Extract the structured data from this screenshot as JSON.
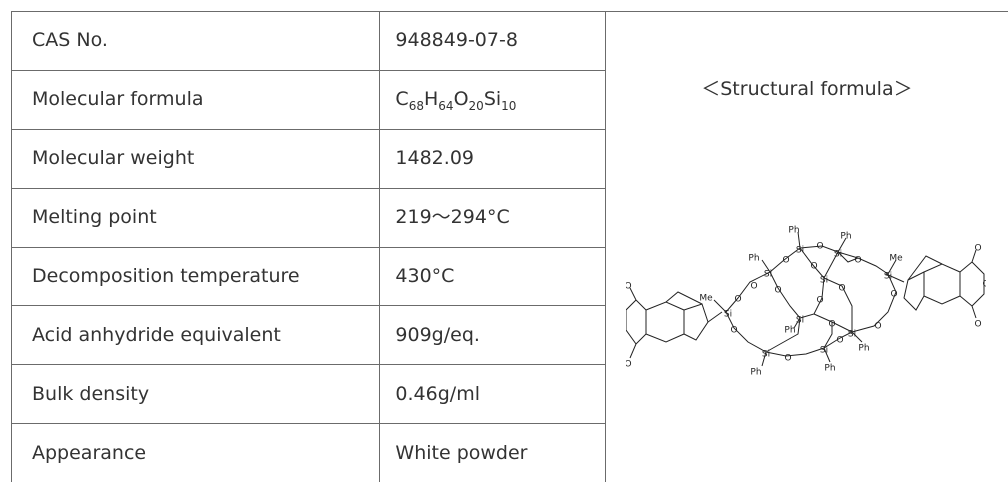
{
  "properties": [
    {
      "label": "CAS No.",
      "value": "948849-07-8"
    },
    {
      "label": "Molecular formula",
      "formula": [
        {
          "el": "C",
          "n": "68"
        },
        {
          "el": "H",
          "n": "64"
        },
        {
          "el": "O",
          "n": "20"
        },
        {
          "el": "Si",
          "n": "10"
        }
      ]
    },
    {
      "label": "Molecular weight",
      "value": "1482.09"
    },
    {
      "label": "Melting point",
      "value": "219～294°C"
    },
    {
      "label": "Decomposition temperature",
      "value": "430°C"
    },
    {
      "label": "Acid anhydride equivalent",
      "value": "909g/eq."
    },
    {
      "label": "Bulk density",
      "value": "0.46g/ml"
    },
    {
      "label": "Appearance",
      "value": "White powder"
    }
  ],
  "structure": {
    "caption": "＜Structural formula＞",
    "labels": {
      "si": "Si",
      "o": "O",
      "ph": "Ph",
      "me": "Me"
    }
  }
}
